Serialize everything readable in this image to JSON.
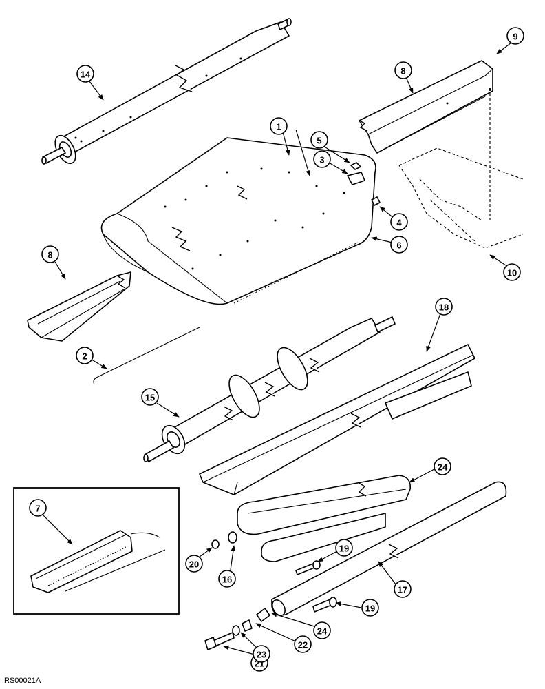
{
  "callouts": [
    "1",
    "2",
    "3",
    "4",
    "5",
    "6",
    "7",
    "8",
    "8",
    "9",
    "10",
    "14",
    "15",
    "16",
    "17",
    "18",
    "19",
    "19",
    "20",
    "21",
    "22",
    "23",
    "24",
    "24"
  ],
  "reference_code": "RS00021A"
}
